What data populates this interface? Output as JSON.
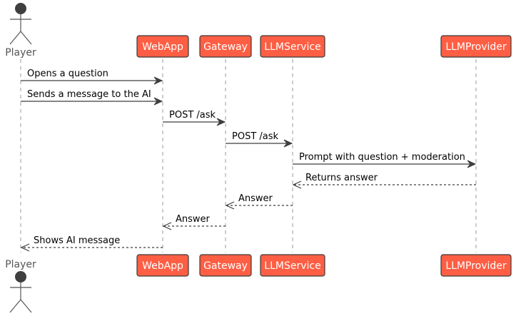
{
  "participants": [
    {
      "id": "player",
      "label": "Player",
      "kind": "actor"
    },
    {
      "id": "webapp",
      "label": "WebApp",
      "kind": "participant"
    },
    {
      "id": "gateway",
      "label": "Gateway",
      "kind": "participant"
    },
    {
      "id": "llmservice",
      "label": "LLMService",
      "kind": "participant"
    },
    {
      "id": "llmprovider",
      "label": "LLMProvider",
      "kind": "participant"
    }
  ],
  "messages": [
    {
      "from": "player",
      "to": "webapp",
      "label": "Opens a question",
      "style": "solid"
    },
    {
      "from": "player",
      "to": "webapp",
      "label": "Sends a message to the AI",
      "style": "solid"
    },
    {
      "from": "webapp",
      "to": "gateway",
      "label": "POST /ask",
      "style": "solid"
    },
    {
      "from": "gateway",
      "to": "llmservice",
      "label": "POST /ask",
      "style": "solid"
    },
    {
      "from": "llmservice",
      "to": "llmprovider",
      "label": "Prompt with question + moderation",
      "style": "solid"
    },
    {
      "from": "llmprovider",
      "to": "llmservice",
      "label": "Returns answer",
      "style": "dashed"
    },
    {
      "from": "llmservice",
      "to": "gateway",
      "label": "Answer",
      "style": "dashed"
    },
    {
      "from": "gateway",
      "to": "webapp",
      "label": "Answer",
      "style": "dashed"
    },
    {
      "from": "webapp",
      "to": "player",
      "label": "Shows AI message",
      "style": "dashed"
    }
  ],
  "colors": {
    "participant_fill": "#fe5e43",
    "participant_border": "#3a3a3a",
    "participant_text": "#ffffff",
    "actor": "#3f3f3f",
    "lifeline": "#9a9a9a",
    "arrow": "#3f3f3f"
  }
}
